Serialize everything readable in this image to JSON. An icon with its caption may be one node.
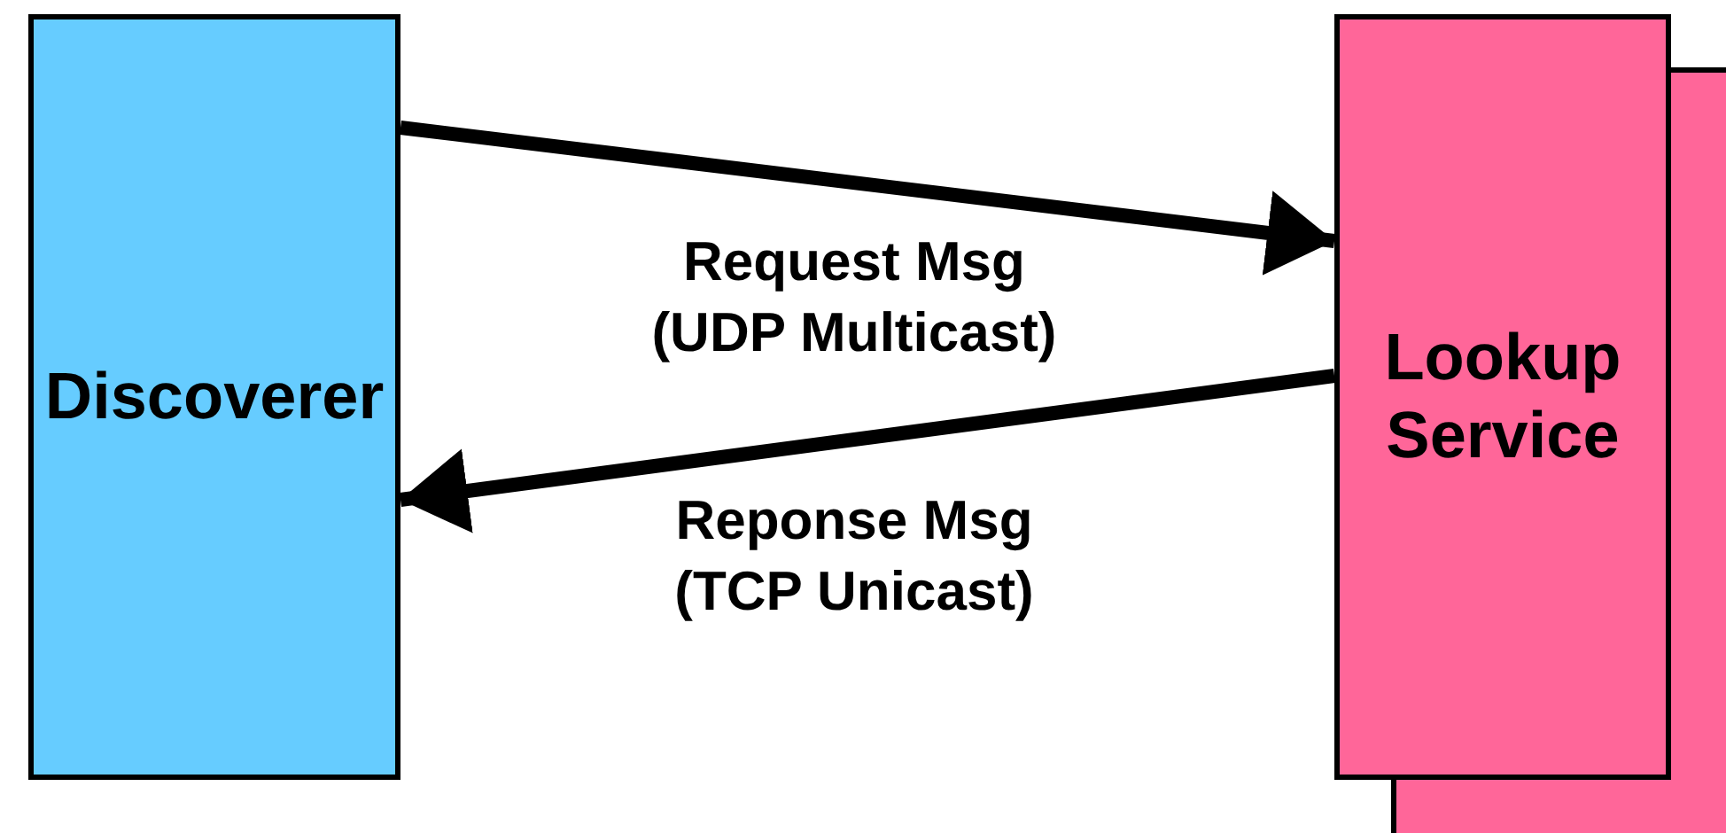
{
  "diagram": {
    "nodes": [
      {
        "text": [
          "Discoverer"
        ]
      },
      {
        "text": [
          "Lookup Service"
        ]
      },
      {
        "text": [],
        "shape": "box"
      }
    ],
    "edges": [
      {
        "from": 0,
        "to": 1,
        "arrow": "to",
        "label": "Request Msg (UDP Multicast)"
      },
      {
        "from": 1,
        "to": 0,
        "arrow": "to",
        "label": "Reponse Msg (TCP Unicast)"
      }
    ]
  }
}
